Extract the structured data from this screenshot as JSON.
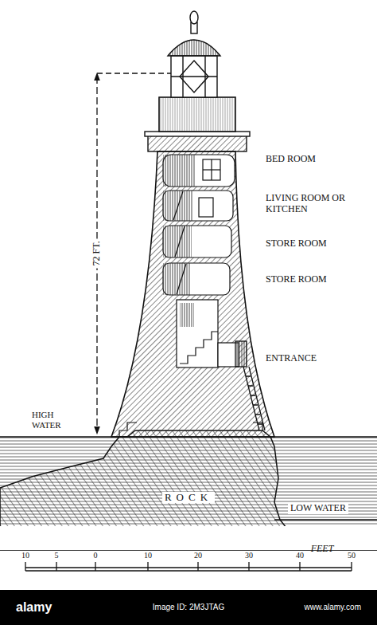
{
  "diagram": {
    "labels": [
      "BED ROOM",
      "LIVING ROOM OR KITCHEN",
      "STORE ROOM",
      "STORE ROOM",
      "ENTRANCE",
      "72 FT.",
      "HIGH WATER",
      "ROCK",
      "LOW WATER",
      "10",
      "5",
      "0",
      "10",
      "20",
      "30",
      "40",
      "50",
      "FEET",
      "alamy",
      "Image ID: 2M3JTAG",
      "www.alamy.com"
    ]
  }
}
